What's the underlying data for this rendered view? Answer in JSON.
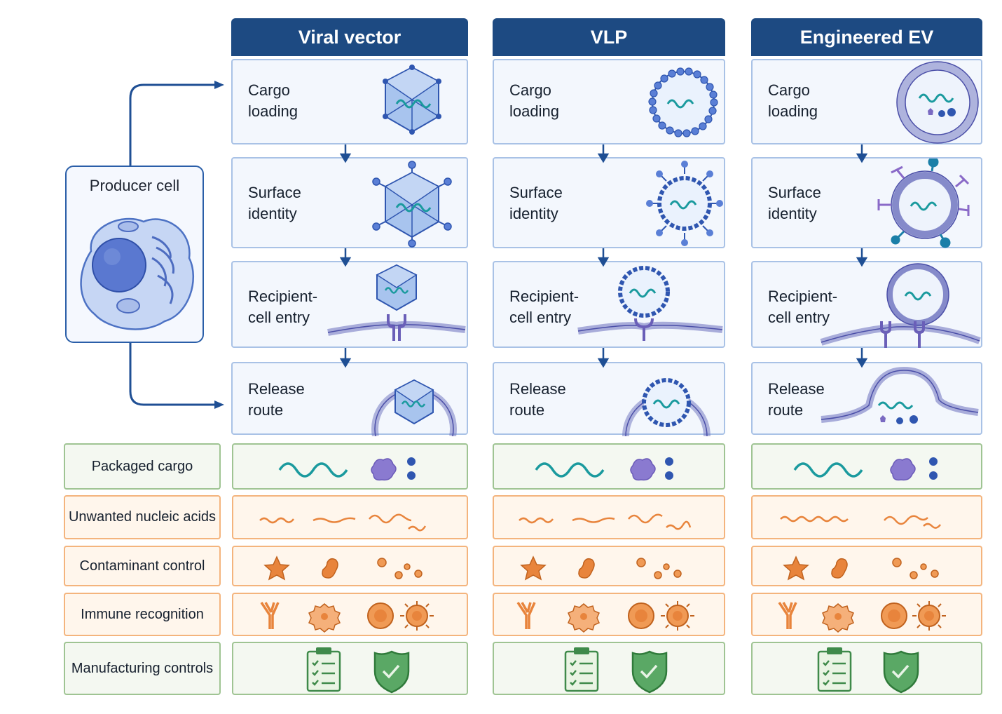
{
  "columns": [
    {
      "id": "viral",
      "title": "Viral vector"
    },
    {
      "id": "vlp",
      "title": "VLP"
    },
    {
      "id": "ev",
      "title": "Engineered EV"
    }
  ],
  "producer": {
    "title": "Producer cell"
  },
  "stages": [
    {
      "id": "cargo",
      "label": "Cargo\nloading"
    },
    {
      "id": "surface",
      "label": "Surface\nidentity"
    },
    {
      "id": "entry",
      "label": "Recipient-\ncell entry"
    },
    {
      "id": "release",
      "label": "Release\nroute"
    }
  ],
  "attributes": [
    {
      "id": "packaged",
      "label": "Packaged cargo",
      "tone": "green"
    },
    {
      "id": "nucleic",
      "label": "Unwanted nucleic acids",
      "tone": "orange"
    },
    {
      "id": "contaminant",
      "label": "Contaminant control",
      "tone": "orange"
    },
    {
      "id": "immune",
      "label": "Immune recognition",
      "tone": "orange"
    },
    {
      "id": "manufacturing",
      "label": "Manufacturing controls",
      "tone": "green"
    }
  ],
  "colors": {
    "header": "#1d4a82",
    "stage_border": "#a9c2e6",
    "green_border": "#9fc493",
    "orange_border": "#f4b47d",
    "arrow": "#1f4f94",
    "rna": "#1a9a9e",
    "contaminant": "#e8843c"
  }
}
